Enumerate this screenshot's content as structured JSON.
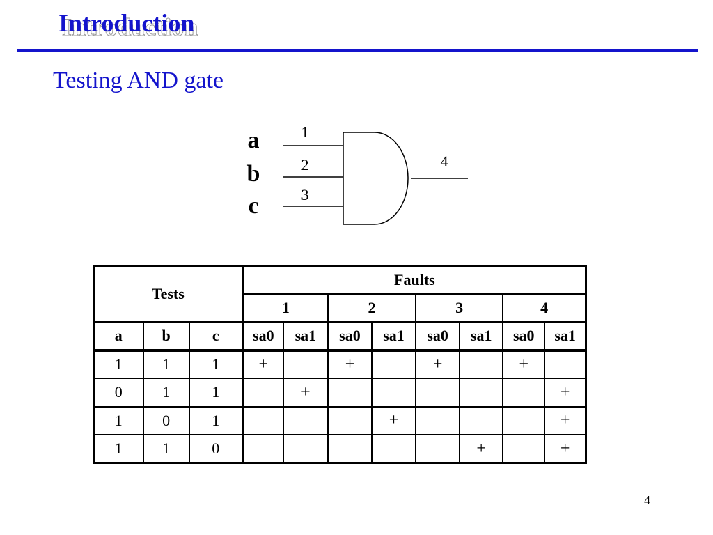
{
  "slide": {
    "title": "Introduction",
    "subtitle": "Testing AND gate",
    "page_number": "4"
  },
  "gate": {
    "inputs": [
      {
        "letter": "a",
        "line": "1"
      },
      {
        "letter": "b",
        "line": "2"
      },
      {
        "letter": "c",
        "line": "3"
      }
    ],
    "output_line": "4"
  },
  "table": {
    "tests_label": "Tests",
    "faults_label": "Faults",
    "fault_lines": [
      "1",
      "2",
      "3",
      "4"
    ],
    "input_headers": [
      "a",
      "b",
      "c"
    ],
    "fault_types": [
      "sa0",
      "sa1",
      "sa0",
      "sa1",
      "sa0",
      "sa1",
      "sa0",
      "sa1"
    ],
    "rows": [
      {
        "inputs": [
          "1",
          "1",
          "1"
        ],
        "marks": [
          "+",
          "",
          "+",
          "",
          "+",
          "",
          "+",
          ""
        ]
      },
      {
        "inputs": [
          "0",
          "1",
          "1"
        ],
        "marks": [
          "",
          "+",
          "",
          "",
          "",
          "",
          "",
          "+"
        ]
      },
      {
        "inputs": [
          "1",
          "0",
          "1"
        ],
        "marks": [
          "",
          "",
          "",
          "+",
          "",
          "",
          "",
          "+"
        ]
      },
      {
        "inputs": [
          "1",
          "1",
          "0"
        ],
        "marks": [
          "",
          "",
          "",
          "",
          "",
          "+",
          "",
          "+"
        ]
      }
    ]
  }
}
